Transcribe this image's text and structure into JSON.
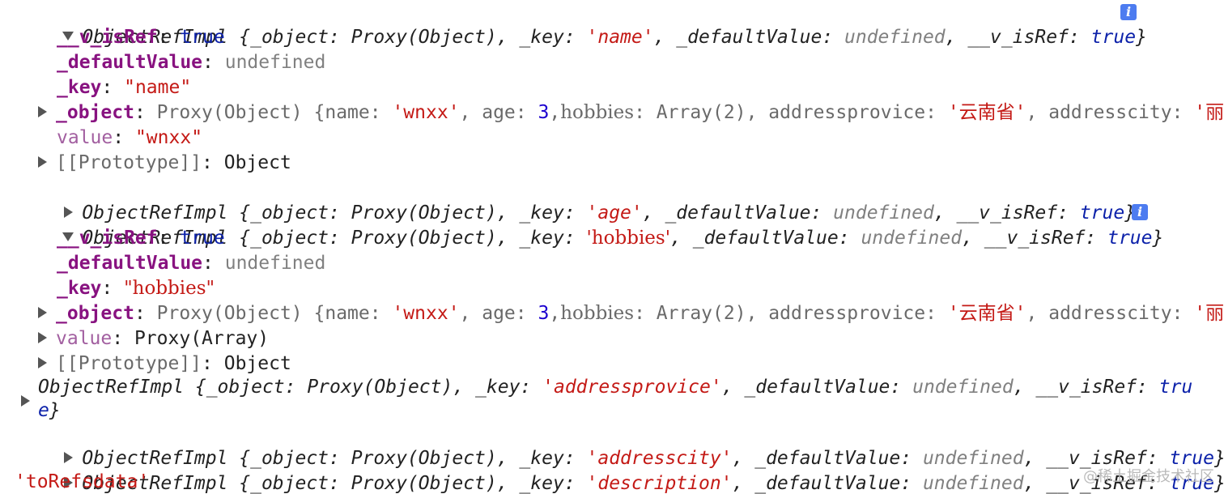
{
  "console": {
    "entry1": {
      "summary_prefix": "ObjectRefImpl {_object: Proxy(Object), _key: ",
      "key_value": "'name'",
      "summary_mid": ", _defaultValue: ",
      "undefined_text": "undefined",
      "summary_mid2": ", __v_isRef: ",
      "true_text": "true",
      "summary_end": "}",
      "prop_isref_key": "__v_isRef",
      "prop_isref_val": "true",
      "prop_default_key": "_defaultValue",
      "prop_default_val": "undefined",
      "prop_key_key": "_key",
      "prop_key_val": "\"name\"",
      "prop_object_key": "_object",
      "prop_object_type": "Proxy(Object) ",
      "prop_object_body_1": "{name: ",
      "prop_object_name_val": "'wnxx'",
      "prop_object_body_2": ", age: ",
      "prop_object_age_val": "3",
      "prop_object_comma": ",",
      "prop_object_hobbies_key": "hobbies",
      "prop_object_body_3": ": Array(2), addressprovice: ",
      "prop_object_province_val": "'云南省'",
      "prop_object_body_4": ", addresscity: ",
      "prop_object_city_partial": "'丽",
      "prop_value_key": "value",
      "prop_value_val": "\"wnxx\"",
      "prop_proto_key": "[[Prototype]]",
      "prop_proto_val": "Object"
    },
    "entry2": {
      "summary_prefix": "ObjectRefImpl {_object: Proxy(Object), _key: ",
      "key_value": "'age'",
      "summary_mid": ", _defaultValue: ",
      "undefined_text": "undefined",
      "summary_mid2": ", __v_isRef: ",
      "true_text": "true",
      "summary_end": "}"
    },
    "entry3": {
      "summary_prefix": "ObjectRefImpl {_object: Proxy(Object), _key: ",
      "key_value": "'hobbies'",
      "summary_mid": ", _defaultValue: ",
      "undefined_text": "undefined",
      "summary_mid2": ", __v_isRef: ",
      "true_text": "true",
      "summary_end": "}",
      "prop_isref_key": "__v_isRef",
      "prop_isref_val": "true",
      "prop_default_key": "_defaultValue",
      "prop_default_val": "undefined",
      "prop_key_key": "_key",
      "prop_key_val": "\"hobbies\"",
      "prop_object_key": "_object",
      "prop_object_type": "Proxy(Object) ",
      "prop_object_body_1": "{name: ",
      "prop_object_name_val": "'wnxx'",
      "prop_object_body_2": ", age: ",
      "prop_object_age_val": "3",
      "prop_object_comma": ",",
      "prop_object_hobbies_key": "hobbies",
      "prop_object_body_3": ": Array(2), addressprovice: ",
      "prop_object_province_val": "'云南省'",
      "prop_object_body_4": ", addresscity: ",
      "prop_object_city_partial": "'丽",
      "prop_value_key": "value",
      "prop_value_val": "Proxy(Array)",
      "prop_proto_key": "[[Prototype]]",
      "prop_proto_val": "Object"
    },
    "entry4": {
      "summary_prefix": "ObjectRefImpl {_object: Proxy(Object), _key: ",
      "key_value": "'addressprovice'",
      "summary_mid": ", _defaultValue: ",
      "undefined_text": "undefined",
      "summary_mid2": ", __v_isRef: ",
      "true_part1": "tru",
      "true_part2": "e",
      "summary_end": "}"
    },
    "entry5": {
      "summary_prefix": "ObjectRefImpl {_object: Proxy(Object), _key: ",
      "key_value": "'addresscity'",
      "summary_mid": ", _defaultValue: ",
      "undefined_text": "undefined",
      "summary_mid2": ", __v_isRef: ",
      "true_text": "true",
      "summary_end": "}"
    },
    "entry6": {
      "summary_prefix": "ObjectRefImpl {_object: Proxy(Object), _key: ",
      "key_value": "'description'",
      "summary_mid": ", _defaultValue: ",
      "undefined_text": "undefined",
      "summary_mid2": ", __v_isRef: ",
      "true_text": "true",
      "summary_end": "}"
    },
    "last_log": "'toRefsdata'",
    "info_icon_glyph": "i"
  },
  "watermark": "@稀土掘金技术社区",
  "icons": {
    "expanded": "triangle-down-icon",
    "collapsed": "triangle-right-icon",
    "info": "info-icon"
  },
  "colors": {
    "property_key": "#881280",
    "string": "#c41a16",
    "number": "#1c00cf",
    "boolean": "#0d22aa",
    "undefined": "#808080",
    "info_badge": "#4d7cf0"
  }
}
